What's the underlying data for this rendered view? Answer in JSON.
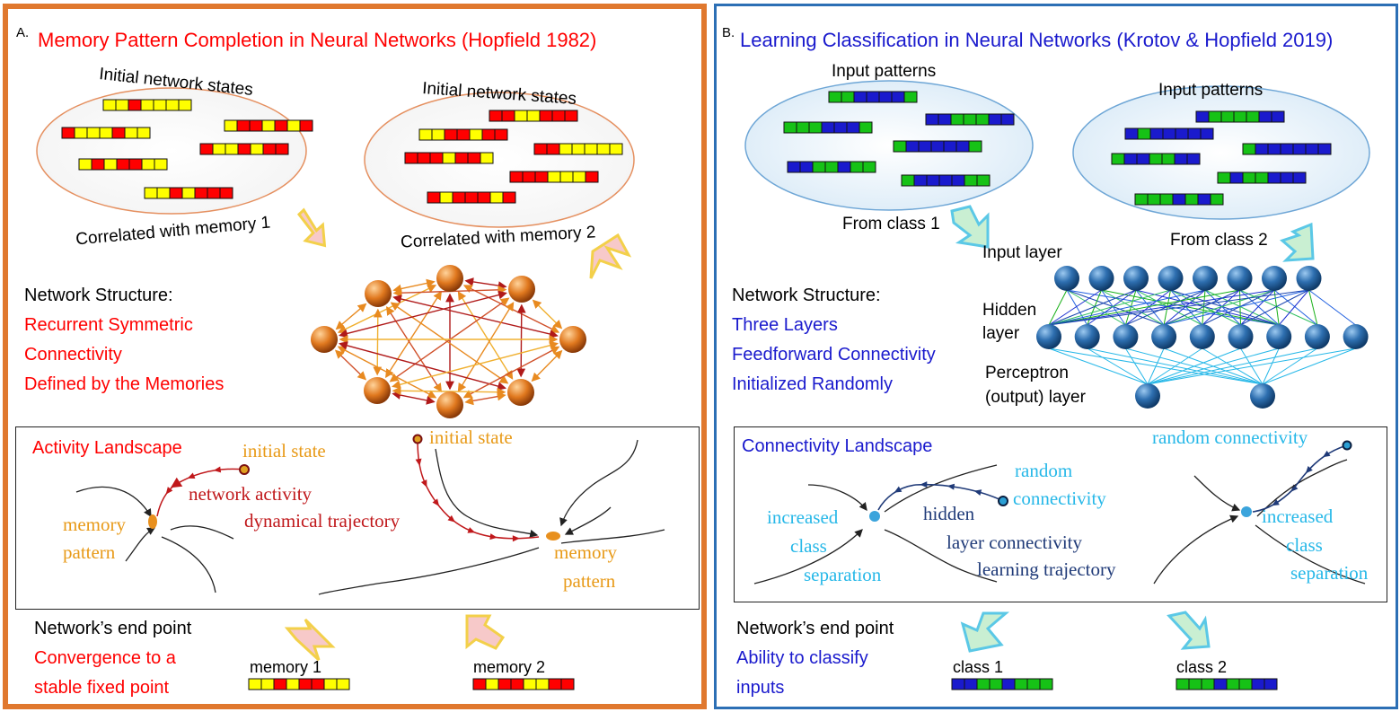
{
  "colors": {
    "red": "#ff0000",
    "blue": "#1a1acd",
    "cyan": "#27b8e8",
    "orange": "#e89a18",
    "darkred": "#c0181b",
    "navy": "#1f3a78",
    "yellow": "#ffff00",
    "green": "#16c216",
    "pink": "#f4c0c0",
    "mint": "#c8efd0"
  },
  "panelA": {
    "letter": "A.",
    "title": "Memory Pattern Completion in Neural Networks  (Hopfield 1982)",
    "initial_states_1": "Initial network states",
    "initial_states_2": "Initial network states",
    "correlated_1": "Correlated with memory 1",
    "correlated_2": "Correlated with memory 2",
    "structure_heading": "Network Structure:",
    "structure_lines": [
      "Recurrent Symmetric",
      "Connectivity",
      "Defined by the Memories"
    ],
    "landscape_title": "Activity Landscape",
    "initial_state_1": "initial state",
    "initial_state_2": "initial state",
    "network_activity": "network activity",
    "dynamical_trajectory": "dynamical trajectory",
    "memory_pattern_1a": "memory",
    "memory_pattern_1b": "pattern",
    "memory_pattern_2a": "memory",
    "memory_pattern_2b": "pattern",
    "end_heading": "Network’s end point",
    "end_lines": [
      "Convergence to a",
      "stable fixed point"
    ],
    "memory1": "memory 1",
    "memory2": "memory 2"
  },
  "panelB": {
    "letter": "B.",
    "title": "Learning Classification in Neural Networks  (Krotov & Hopfield 2019)",
    "input_patterns_1": "Input patterns",
    "input_patterns_2": "Input patterns",
    "from_class_1": "From class 1",
    "from_class_2": "From class 2",
    "input_layer": "Input layer",
    "hidden_a": "Hidden",
    "hidden_b": "layer",
    "perceptron_a": "Perceptron",
    "perceptron_b": "(output) layer",
    "structure_heading": "Network Structure:",
    "structure_lines": [
      "Three Layers",
      "Feedforward Connectivity",
      "Initialized Randomly"
    ],
    "landscape_title": "Connectivity Landscape",
    "random_conn_1a": "random",
    "random_conn_1b": "connectivity",
    "random_conn_2": "random connectivity",
    "hidden_word": "hidden",
    "layer_connectivity": "layer connectivity",
    "learning_trajectory": "learning trajectory",
    "increased_1": [
      "increased",
      "class",
      "separation"
    ],
    "increased_2": [
      "increased",
      "class",
      "separation"
    ],
    "end_heading": "Network’s end point",
    "end_lines": [
      "Ability to classify",
      "inputs"
    ],
    "class1": "class 1",
    "class2": "class 2"
  },
  "patterns": {
    "A_left": [
      [
        0,
        0,
        1,
        0,
        0,
        0,
        0
      ],
      [
        1,
        0,
        0,
        0,
        1,
        0,
        0
      ],
      [
        0,
        1,
        1,
        0,
        1,
        0,
        1
      ],
      [
        1,
        0,
        0,
        1,
        0,
        1,
        1
      ],
      [
        0,
        1,
        0,
        1,
        1,
        0,
        0
      ],
      [
        0,
        0,
        1,
        0,
        1,
        1,
        1
      ]
    ],
    "A_right": [
      [
        1,
        1,
        0,
        0,
        1,
        1,
        1
      ],
      [
        0,
        0,
        1,
        1,
        0,
        1,
        1
      ],
      [
        1,
        1,
        0,
        0,
        0,
        0,
        0
      ],
      [
        1,
        1,
        1,
        0,
        1,
        1,
        0
      ],
      [
        1,
        1,
        1,
        0,
        0,
        0,
        1
      ],
      [
        1,
        0,
        1,
        1,
        1,
        0,
        1
      ]
    ],
    "A_mem1": [
      0,
      0,
      1,
      0,
      1,
      1,
      0,
      0
    ],
    "A_mem2": [
      1,
      0,
      1,
      1,
      0,
      0,
      1,
      1
    ],
    "B_left": [
      [
        0,
        0,
        1,
        1,
        1,
        1,
        0
      ],
      [
        0,
        0,
        0,
        1,
        1,
        1,
        0
      ],
      [
        1,
        1,
        0,
        0,
        0,
        1,
        1
      ],
      [
        0,
        1,
        1,
        1,
        1,
        1,
        0
      ],
      [
        1,
        1,
        0,
        0,
        1,
        0,
        0
      ],
      [
        0,
        1,
        1,
        1,
        1,
        0,
        0
      ]
    ],
    "B_right": [
      [
        1,
        0,
        0,
        0,
        0,
        1,
        1
      ],
      [
        1,
        0,
        1,
        1,
        1,
        1,
        1
      ],
      [
        0,
        1,
        1,
        1,
        1,
        1,
        1
      ],
      [
        0,
        1,
        1,
        0,
        0,
        1,
        1
      ],
      [
        0,
        1,
        0,
        0,
        1,
        1,
        1
      ],
      [
        0,
        0,
        0,
        1,
        0,
        1,
        0
      ]
    ],
    "B_cls1": [
      1,
      1,
      0,
      0,
      1,
      0,
      0,
      0
    ],
    "B_cls2": [
      0,
      0,
      0,
      1,
      0,
      0,
      1,
      1
    ]
  }
}
